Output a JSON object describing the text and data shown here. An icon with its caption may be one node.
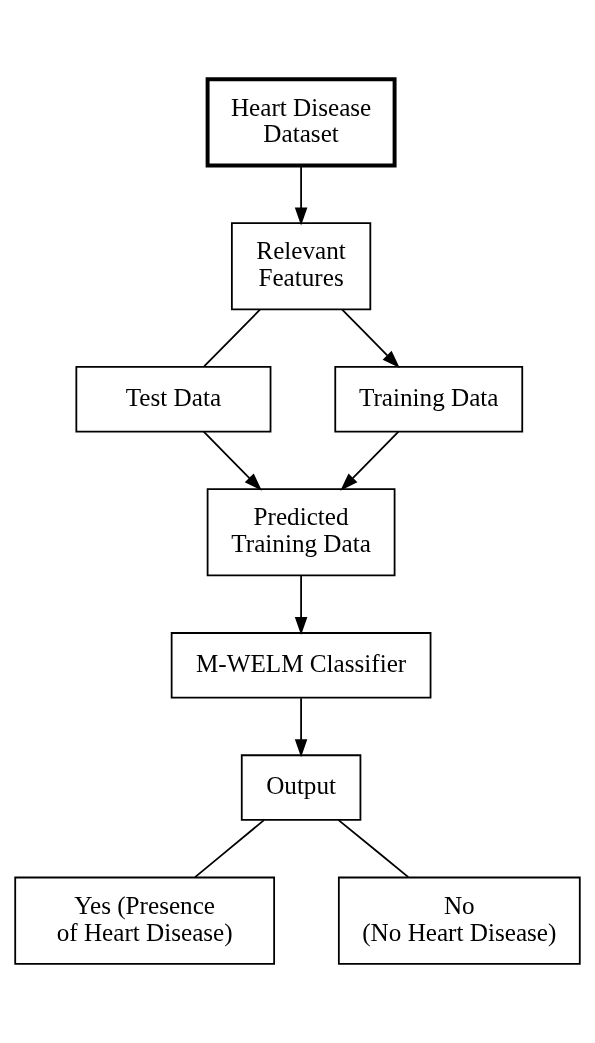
{
  "diagram": {
    "nodes": [
      {
        "text": [
          "Heart Disease Dataset"
        ]
      },
      {
        "text": [
          "Relevant Features"
        ]
      },
      {
        "text": [
          "Test Data"
        ]
      },
      {
        "text": [
          "Training Data"
        ]
      },
      {
        "text": [
          "Predicted Training Data"
        ]
      },
      {
        "text": [
          "M-WELM Classifier"
        ]
      },
      {
        "text": [
          "Output"
        ]
      },
      {
        "text": [
          "Yes (Presence of Heart Disease)"
        ]
      },
      {
        "text": [
          "No (No Heart Disease)"
        ]
      }
    ],
    "edges": [
      {
        "from": 0,
        "to": 1,
        "arrow": "to"
      },
      {
        "from": 1,
        "to": 2,
        "arrow": "none"
      },
      {
        "from": 1,
        "to": 3,
        "arrow": "to"
      },
      {
        "from": 2,
        "to": 4,
        "arrow": "to"
      },
      {
        "from": 3,
        "to": 4,
        "arrow": "to"
      },
      {
        "from": 4,
        "to": 5,
        "arrow": "to"
      },
      {
        "from": 5,
        "to": 6,
        "arrow": "to"
      },
      {
        "from": 6,
        "to": 7,
        "arrow": "none"
      },
      {
        "from": 6,
        "to": 8,
        "arrow": "none"
      }
    ]
  }
}
